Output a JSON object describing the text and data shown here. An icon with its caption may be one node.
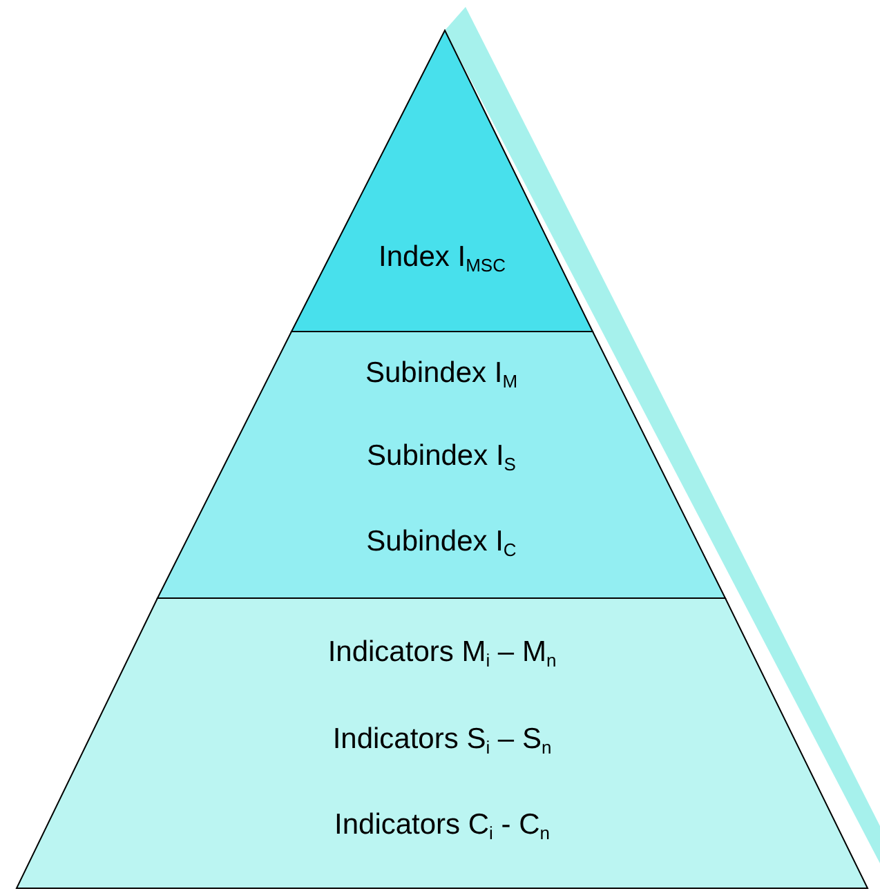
{
  "diagram": {
    "nodes": [
      {
        "text": [
          "Index I$_{MSC}$"
        ]
      },
      {
        "text": [
          "Subindex I$_{M}$",
          "Subindex I$_{S}$",
          "Subindex I$_{C}$"
        ]
      },
      {
        "text": [
          "Indicators M$_{i}$ – M$_{n}$",
          "Indicators S$_{i}$ – S$_{n}$",
          "Indicators C$_{i}$ - C$_{n}$"
        ]
      }
    ]
  }
}
